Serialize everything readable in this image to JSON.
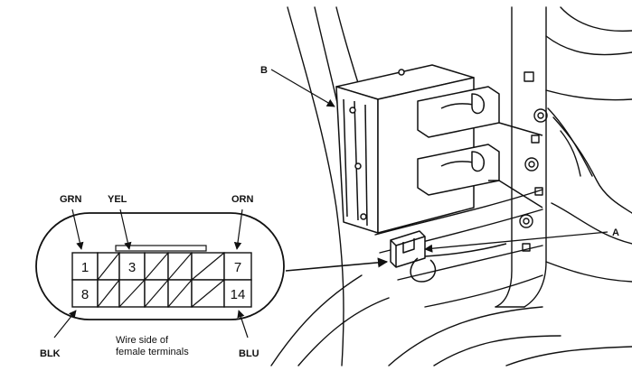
{
  "callouts": {
    "b": "B",
    "a": "A"
  },
  "connector": {
    "wires": {
      "grn": "GRN",
      "yel": "YEL",
      "orn": "ORN",
      "blk": "BLK",
      "blu": "BLU"
    },
    "pins": {
      "p1": "1",
      "p3": "3",
      "p7": "7",
      "p8": "8",
      "p14": "14"
    },
    "caption": {
      "line1": "Wire side of",
      "line2": "female terminals"
    }
  },
  "colors": {
    "ink": "#111111",
    "background": "#ffffff"
  }
}
